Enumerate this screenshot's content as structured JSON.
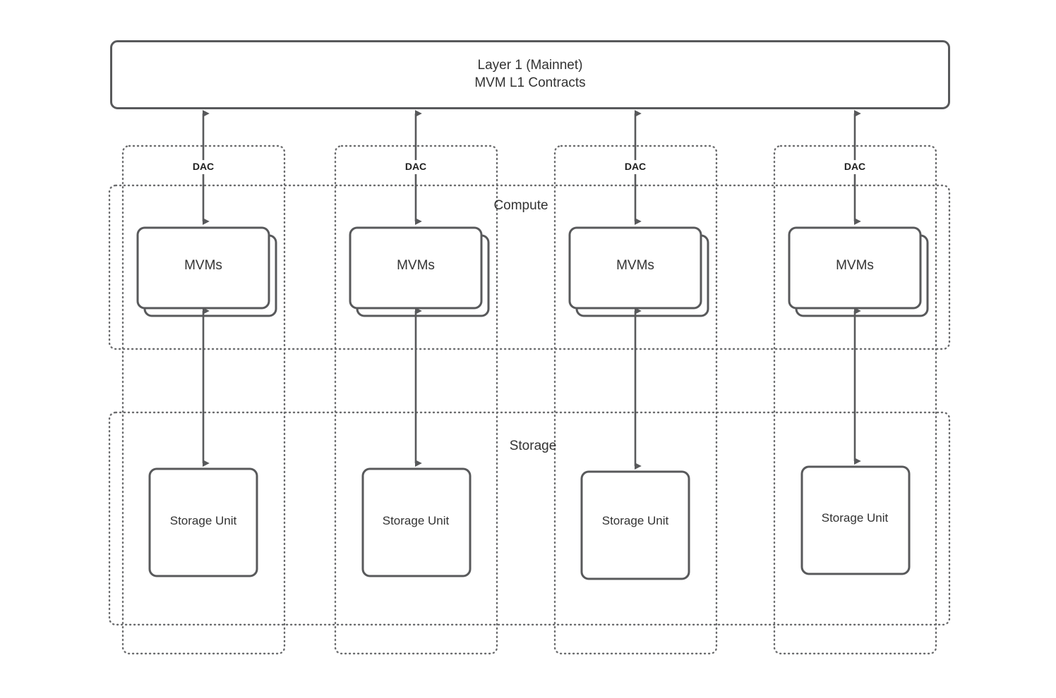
{
  "diagram": {
    "title_lines": [
      "Layer 1 (Mainnet)",
      "MVM L1 Contracts"
    ],
    "l1": {
      "line1": "Layer 1 (Mainnet)",
      "line2": "MVM L1 Contracts"
    },
    "bands": [
      {
        "id": "compute",
        "label": "Compute"
      },
      {
        "id": "storage",
        "label": "Storage"
      }
    ],
    "columns": [
      {
        "dac_label": "DAC",
        "compute_label": "MVMs",
        "storage_label": "Storage Unit"
      },
      {
        "dac_label": "DAC",
        "compute_label": "MVMs",
        "storage_label": "Storage Unit"
      },
      {
        "dac_label": "DAC",
        "compute_label": "MVMs",
        "storage_label": "Storage Unit"
      },
      {
        "dac_label": "DAC",
        "compute_label": "MVMs",
        "storage_label": "Storage Unit"
      }
    ],
    "colors": {
      "stroke": "#58595b",
      "text": "#333333",
      "dotted": "#6b6c6e",
      "background": "#ffffff",
      "fill": "#ffffff"
    }
  }
}
